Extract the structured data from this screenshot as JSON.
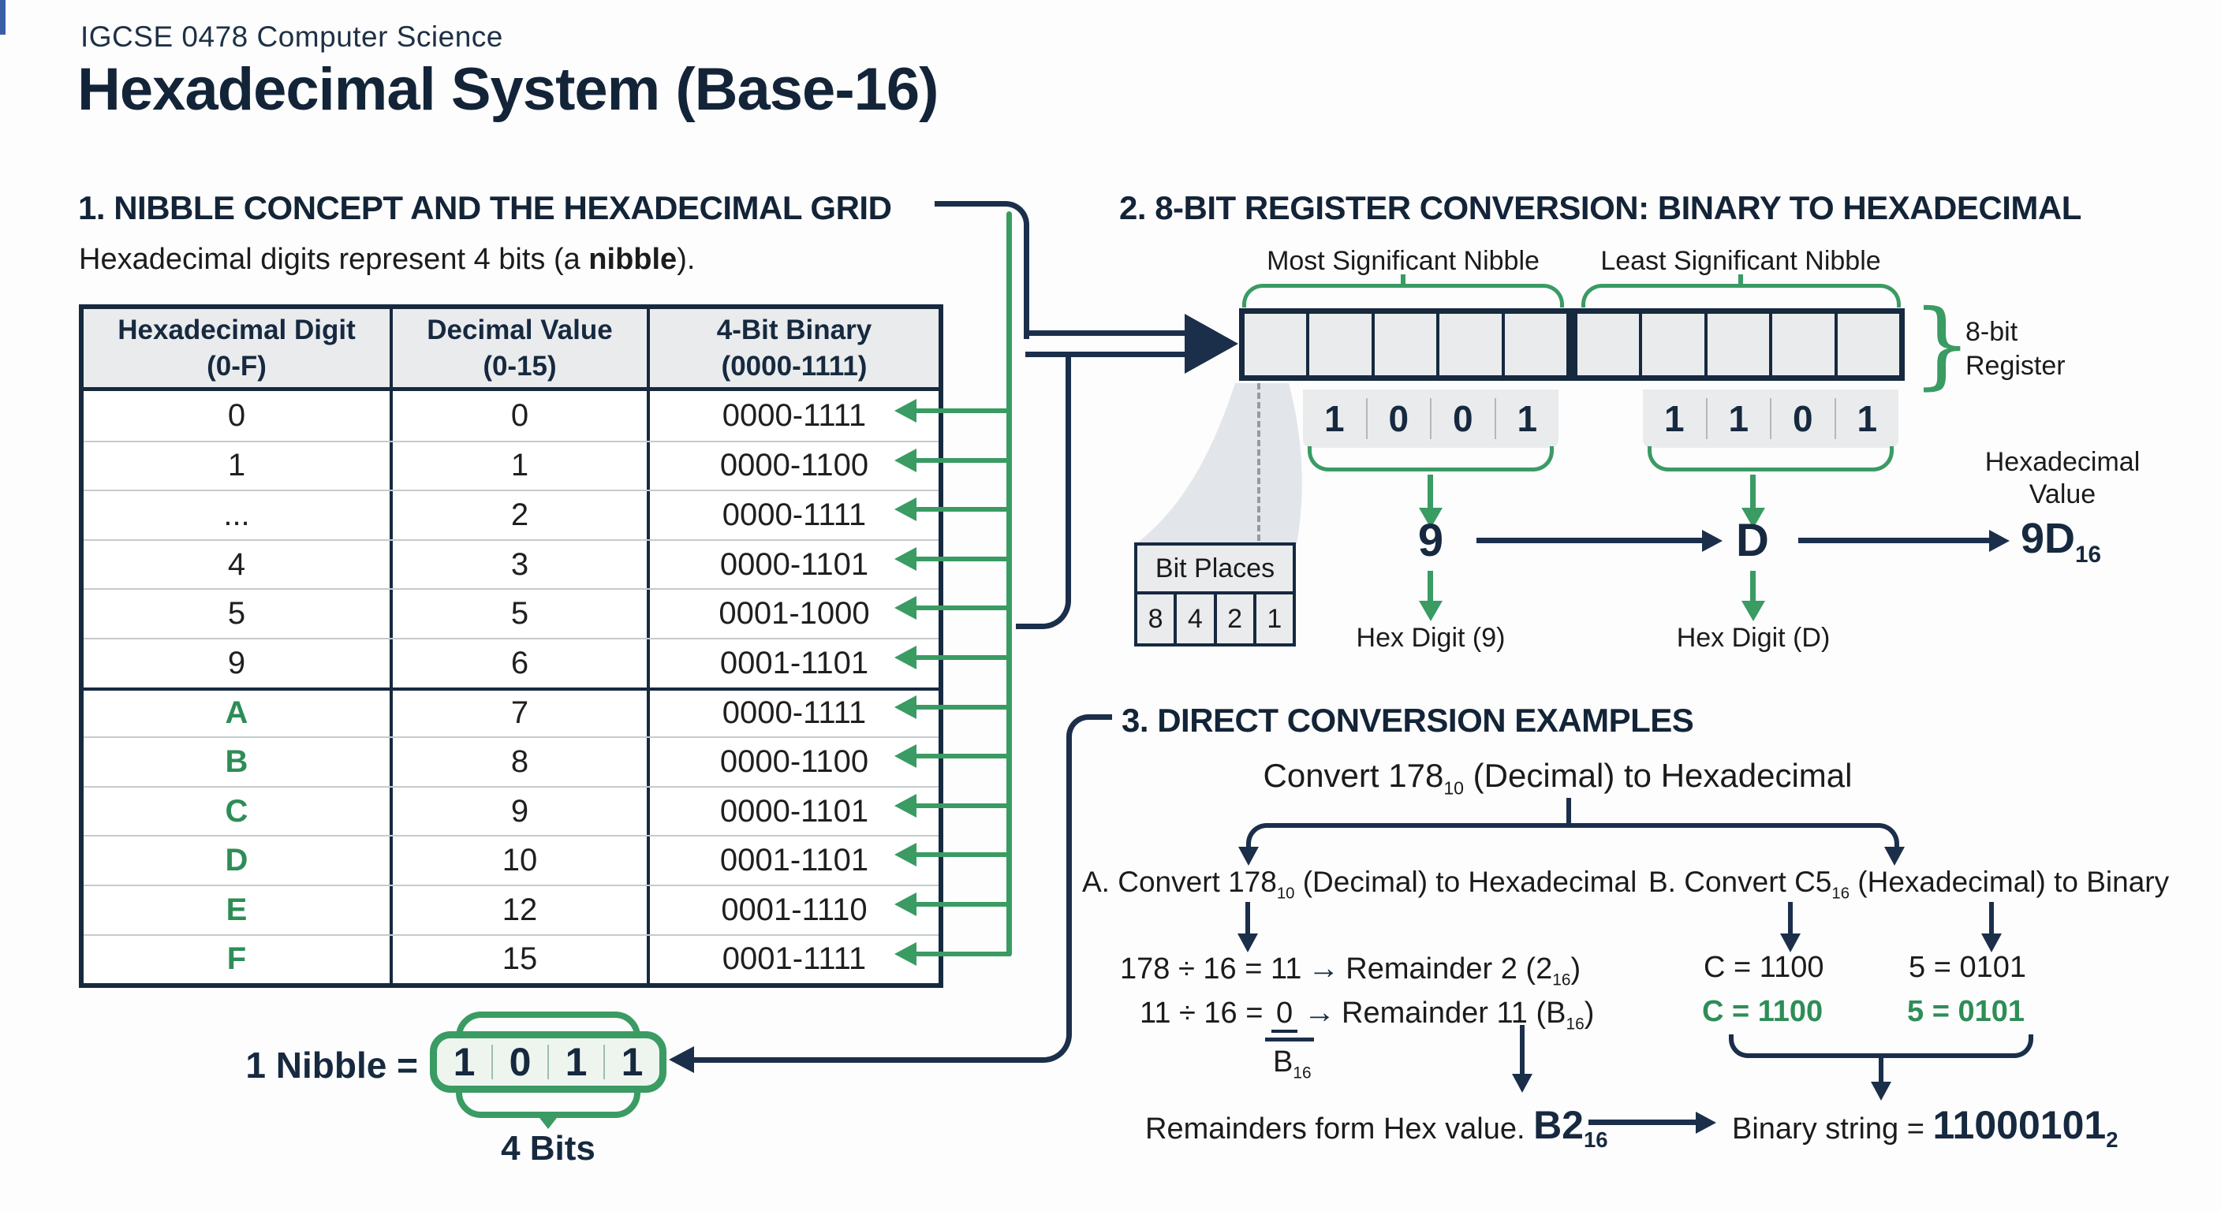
{
  "page": {
    "kicker": "IGCSE 0478 Computer Science",
    "title": "Hexadecimal System (Base-16)"
  },
  "colors": {
    "navy": "#16293f",
    "green": "#3a9b63",
    "green_text": "#2e8d57",
    "cell_bg": "#e9ebed",
    "edge_blue": "#3a5ea6"
  },
  "glyphs": {
    "right_arrow": "→"
  },
  "section1": {
    "title": "1. NIBBLE CONCEPT AND THE HEXADECIMAL GRID",
    "subtitle_prefix": "Hexadecimal digits represent 4 bits (a ",
    "subtitle_bold": "nibble",
    "subtitle_suffix": ").",
    "table": {
      "headers": [
        {
          "line1": "Hexadecimal Digit",
          "line2": "(0-F)"
        },
        {
          "line1": "Decimal Value",
          "line2": "(0-15)"
        },
        {
          "line1": "4-Bit Binary",
          "line2": "(0000-1111)"
        }
      ],
      "rows": [
        {
          "hex": "0",
          "dec": "0",
          "bin": "0000-1111",
          "green": false
        },
        {
          "hex": "1",
          "dec": "1",
          "bin": "0000-1100",
          "green": false
        },
        {
          "hex": "...",
          "dec": "2",
          "bin": "0000-1111",
          "green": false
        },
        {
          "hex": "4",
          "dec": "3",
          "bin": "0000-1101",
          "green": false
        },
        {
          "hex": "5",
          "dec": "5",
          "bin": "0001-1000",
          "green": false
        },
        {
          "hex": "9",
          "dec": "6",
          "bin": "0001-1101",
          "green": false
        },
        {
          "hex": "A",
          "dec": "7",
          "bin": "0000-1111",
          "green": true
        },
        {
          "hex": "B",
          "dec": "8",
          "bin": "0000-1100",
          "green": true
        },
        {
          "hex": "C",
          "dec": "9",
          "bin": "0000-1101",
          "green": true
        },
        {
          "hex": "D",
          "dec": "10",
          "bin": "0001-1101",
          "green": true
        },
        {
          "hex": "E",
          "dec": "12",
          "bin": "0001-1110",
          "green": true
        },
        {
          "hex": "F",
          "dec": "15",
          "bin": "0001-1111",
          "green": true
        }
      ]
    },
    "nibble": {
      "label": "1 Nibble =",
      "bits": [
        "1",
        "0",
        "1",
        "1"
      ],
      "caption": "4 Bits"
    }
  },
  "section2": {
    "title": "2. 8-BIT REGISTER CONVERSION: BINARY TO HEXADECIMAL",
    "msn_label": "Most Significant Nibble",
    "lsn_label": "Least Significant Nibble",
    "register_label_line1": "8-bit",
    "register_label_line2": "Register",
    "msn_bits": [
      "1",
      "0",
      "0",
      "1"
    ],
    "lsn_bits": [
      "1",
      "1",
      "0",
      "1"
    ],
    "bit_places": {
      "title": "Bit Places",
      "cells": [
        "8",
        "4",
        "2",
        "1"
      ]
    },
    "msn_hex": "9",
    "lsn_hex": "D",
    "hex_value_label_line1": "Hexadecimal",
    "hex_value_label_line2": "Value",
    "result_main": "9D",
    "result_sub": "16",
    "msn_caption": "Hex Digit (9)",
    "lsn_caption": "Hex Digit (D)"
  },
  "section3": {
    "title": "3. DIRECT CONVERSION EXAMPLES",
    "prompt": {
      "pre": "Convert 178",
      "sub": "10",
      "post": " (Decimal) to Hexadecimal"
    },
    "example_a": {
      "heading_pre": "A. Convert 178",
      "heading_sub": "10",
      "heading_post": " (Decimal) to Hexadecimal",
      "step1_eq": "178 ÷ 16 = 11",
      "step1_rem_pre": "Remainder 2 (2",
      "step1_rem_sub": "16",
      "step1_rem_post": ")",
      "step2_eq_pre": "11 ÷ 16 = ",
      "step2_zero": "0",
      "step2_rem_pre": "Remainder 11 (B",
      "step2_rem_sub": "16",
      "step2_rem_post": ")",
      "under_zero_main": "B",
      "under_zero_sub": "16",
      "result_label": "Remainders form Hex value. ",
      "result_main": "B2",
      "result_sub": "16"
    },
    "example_b": {
      "heading_pre": "B. Convert C5",
      "heading_sub": "16",
      "heading_post": " (Hexadecimal) to Binary",
      "row1": [
        "C = 1100",
        "5 = 0101"
      ],
      "row2": [
        "C = 1100",
        "5 = 0101"
      ]
    },
    "binary_result": {
      "label": "Binary string = ",
      "main": "11000101",
      "sub": "2"
    }
  }
}
